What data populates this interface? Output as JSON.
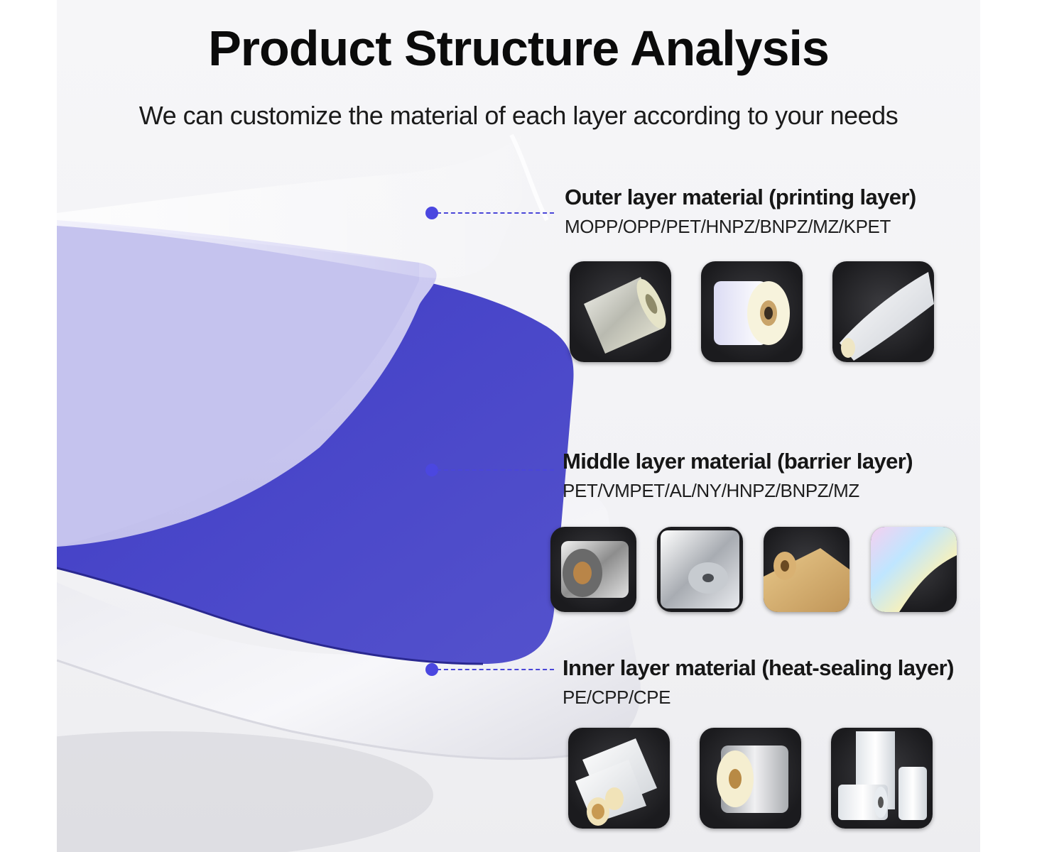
{
  "header": {
    "title": "Product Structure Analysis",
    "subtitle": "We can customize the material of each layer according to your needs"
  },
  "colors": {
    "accent": "#4b47e0",
    "lavender": "#c7c5ee",
    "indigo": "#4b49c9",
    "tile_bg": "#1f1f22"
  },
  "layers": [
    {
      "heading": "Outer layer material (printing layer)",
      "materials": "MOPP/OPP/PET/HNPZ/BNPZ/MZ/KPET",
      "images": [
        "clear-film-roll-image",
        "white-film-roll-image",
        "translucent-film-sheet-image"
      ]
    },
    {
      "heading": "Middle layer material (barrier layer)",
      "materials": "PET/VMPET/AL/NY/HNPZ/BNPZ/MZ",
      "images": [
        "metallized-film-roll-image",
        "aluminum-foil-roll-image",
        "kraft-paper-roll-image",
        "holographic-film-image"
      ]
    },
    {
      "heading": "Inner layer material (heat-sealing layer)",
      "materials": "PE/CPP/CPE",
      "images": [
        "pe-film-rolls-image",
        "silver-film-roll-image",
        "transparent-tube-rolls-image"
      ]
    }
  ]
}
